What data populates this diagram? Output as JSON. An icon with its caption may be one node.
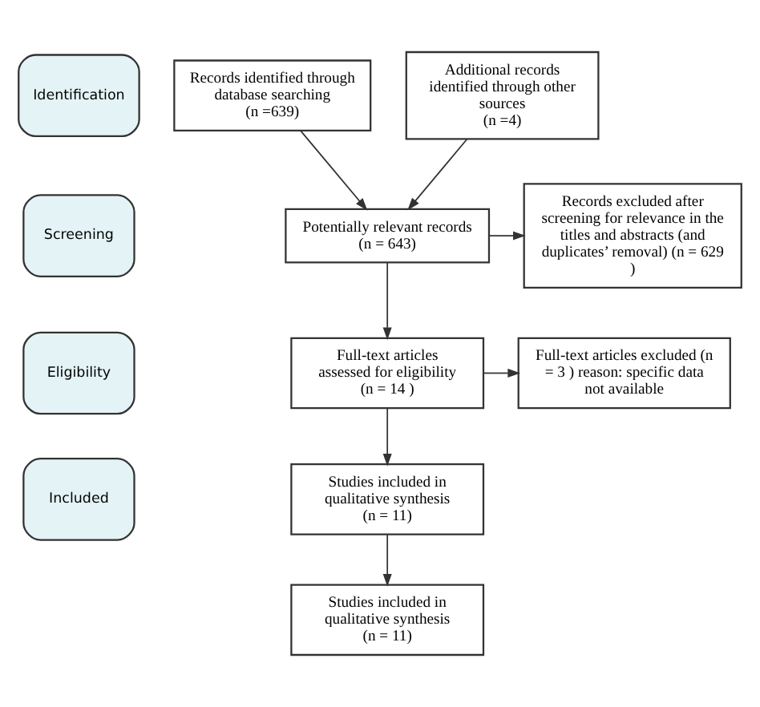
{
  "diagram": {
    "nodes": [
      {
        "text": [
          "Identification"
        ]
      },
      {
        "text": [
          "Records identified through database searching",
          "(n =639)"
        ]
      },
      {
        "text": [
          "Additional records identified through other sources",
          "(n =4)"
        ]
      },
      {
        "text": [
          "Screening"
        ]
      },
      {
        "text": [
          "Potentially relevant records",
          "(n = 643)"
        ]
      },
      {
        "text": [
          "Records excluded after screening for relevance in the titles and abstracts (and duplicates’ removal) (n = 629 )"
        ]
      },
      {
        "text": [
          "Eligibility"
        ]
      },
      {
        "text": [
          "Full-text articles assessed for eligibility",
          "(n = 14 )"
        ]
      },
      {
        "text": [
          "Full-text articles excluded (n = 3 ) reason: specific data not available"
        ]
      },
      {
        "text": [
          "Included"
        ]
      },
      {
        "text": [
          "Studies included in qualitative synthesis",
          "(n = 11)"
        ]
      },
      {
        "text": [
          "Studies included in qualitative synthesis",
          "(n = 11)"
        ]
      }
    ],
    "edges": [
      {
        "from": 1,
        "to": 4,
        "arrow": "to"
      },
      {
        "from": 2,
        "to": 4,
        "arrow": "to"
      },
      {
        "from": 4,
        "to": 5,
        "arrow": "to"
      },
      {
        "from": 4,
        "to": 7,
        "arrow": "to"
      },
      {
        "from": 7,
        "to": 8,
        "arrow": "to"
      },
      {
        "from": 7,
        "to": 10,
        "arrow": "to"
      },
      {
        "from": 10,
        "to": 11,
        "arrow": "to"
      }
    ]
  }
}
